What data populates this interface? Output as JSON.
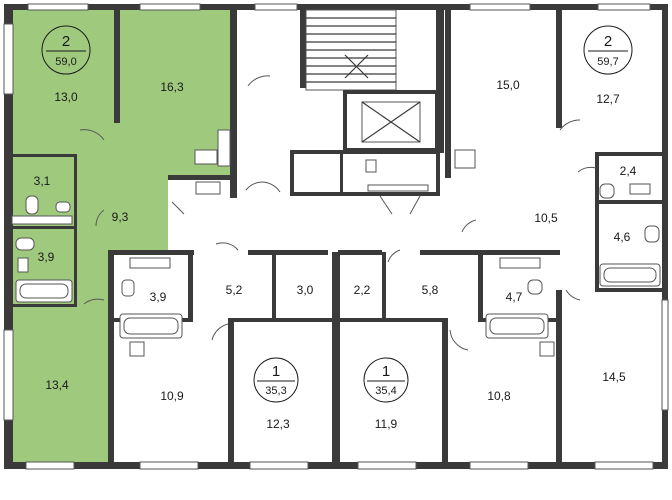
{
  "colors": {
    "highlight": "#9fca7e",
    "wall": "#3a3a3a",
    "background": "#ffffff"
  },
  "apartments": [
    {
      "rooms": "2",
      "area": "59,0"
    },
    {
      "rooms": "2",
      "area": "59,7"
    },
    {
      "rooms": "1",
      "area": "35,3"
    },
    {
      "rooms": "1",
      "area": "35,4"
    }
  ],
  "room_areas": {
    "a2_left_room_top": "13,0",
    "a2_left_kitchen": "16,3",
    "a2_left_wc": "3,1",
    "a2_left_hall": "9,3",
    "a2_left_bath": "3,9",
    "a2_left_room_bottom": "13,4",
    "a2_right_room_a": "15,0",
    "a2_right_room_b": "12,7",
    "a2_right_wc": "2,4",
    "a2_right_hall": "10,5",
    "a2_right_bath": "4,6",
    "a2_right_room_bottom": "14,5",
    "bath_39": "3,9",
    "hall_52": "5,2",
    "store_30": "3,0",
    "store_22": "2,2",
    "hall_58": "5,8",
    "bath_47": "4,7",
    "room_109": "10,9",
    "room_123": "12,3",
    "room_119": "11,9",
    "room_108": "10,8"
  }
}
